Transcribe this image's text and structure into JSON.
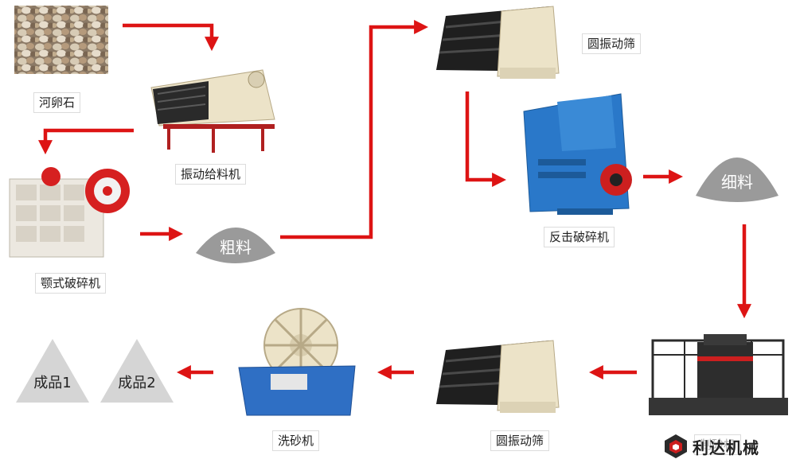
{
  "flow": {
    "river_pebble": "河卵石",
    "vibrating_feeder": "振动给料机",
    "jaw_crusher": "颚式破碎机",
    "coarse_material": "粗料",
    "circular_screen_top": "圆振动筛",
    "impact_crusher": "反击破碎机",
    "fine_material": "细料",
    "sand_maker_label": "制砂机",
    "circular_screen_bottom": "圆振动筛",
    "sand_washer": "洗砂机",
    "product_1": "成品1",
    "product_2": "成品2"
  },
  "brand": {
    "name": "利达机械"
  },
  "colors": {
    "arrow": "#dd1414",
    "pile": "#9a9a9a",
    "product_triangle": "#d5d5d5",
    "impact_blue": "#2a78c9",
    "washer_blue": "#2f6fc4",
    "cream": "#ece3c8",
    "jaw_red": "#d62020"
  }
}
